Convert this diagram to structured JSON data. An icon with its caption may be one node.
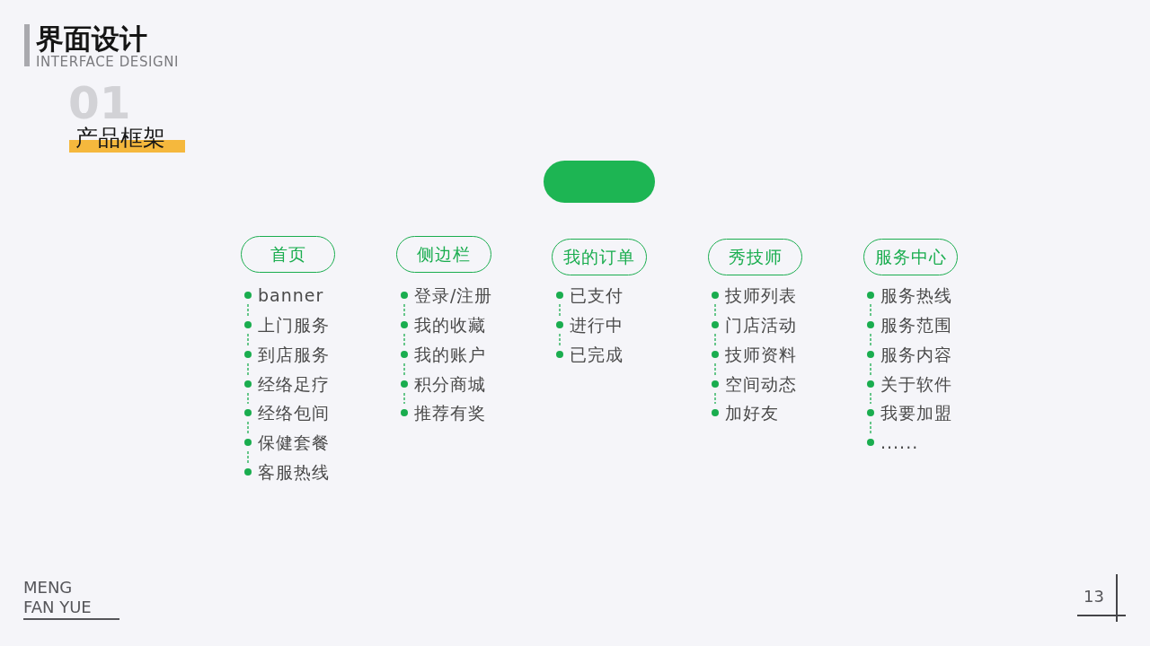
{
  "diagram": {
    "title": "界面设计",
    "nodes": [
      {
        "text": [],
        "shape": "box"
      },
      {
        "text": [
          "首页"
        ]
      },
      {
        "text": [
          "侧边栏"
        ]
      },
      {
        "text": [
          "我的订单"
        ]
      },
      {
        "text": [
          "秀技师"
        ]
      },
      {
        "text": [
          "服务中心"
        ]
      },
      {
        "text": [
          "banner"
        ]
      },
      {
        "text": [
          "上门服务"
        ]
      },
      {
        "text": [
          "到店服务"
        ]
      },
      {
        "text": [
          "经络足疗"
        ]
      },
      {
        "text": [
          "经络包间"
        ]
      },
      {
        "text": [
          "保健套餐"
        ]
      },
      {
        "text": [
          "客服热线"
        ]
      },
      {
        "text": [
          "登录/注册"
        ]
      },
      {
        "text": [
          "我的收藏"
        ]
      },
      {
        "text": [
          "我的账户"
        ]
      },
      {
        "text": [
          "积分商城"
        ]
      },
      {
        "text": [
          "推荐有奖"
        ]
      },
      {
        "text": [
          "已支付"
        ]
      },
      {
        "text": [
          "进行中"
        ]
      },
      {
        "text": [
          "已完成"
        ]
      },
      {
        "text": [
          "技师列表"
        ]
      },
      {
        "text": [
          "门店活动"
        ]
      },
      {
        "text": [
          "技师资料"
        ]
      },
      {
        "text": [
          "空间动态"
        ]
      },
      {
        "text": [
          "加好友"
        ]
      },
      {
        "text": [
          "服务热线"
        ]
      },
      {
        "text": [
          "服务范围"
        ]
      },
      {
        "text": [
          "服务内容"
        ]
      },
      {
        "text": [
          "关于软件"
        ]
      },
      {
        "text": [
          "我要加盟"
        ]
      },
      {
        "text": [
          "......"
        ]
      }
    ],
    "edges": [
      {
        "from": 6,
        "to": 7,
        "arrow": "none",
        "style": "dashed"
      },
      {
        "from": 7,
        "to": 8,
        "arrow": "none",
        "style": "dashed"
      },
      {
        "from": 8,
        "to": 9,
        "arrow": "none",
        "style": "dashed"
      },
      {
        "from": 9,
        "to": 10,
        "arrow": "none",
        "style": "dashed"
      },
      {
        "from": 10,
        "to": 11,
        "arrow": "none",
        "style": "dashed"
      },
      {
        "from": 11,
        "to": 12,
        "arrow": "none",
        "style": "dashed"
      },
      {
        "from": 13,
        "to": 14,
        "arrow": "none",
        "style": "dashed"
      },
      {
        "from": 14,
        "to": 15,
        "arrow": "none",
        "style": "dashed"
      },
      {
        "from": 15,
        "to": 16,
        "arrow": "none",
        "style": "dashed"
      },
      {
        "from": 16,
        "to": 17,
        "arrow": "none",
        "style": "dashed"
      },
      {
        "from": 18,
        "to": 19,
        "arrow": "none",
        "style": "dashed"
      },
      {
        "from": 19,
        "to": 20,
        "arrow": "none",
        "style": "dashed"
      },
      {
        "from": 21,
        "to": 22,
        "arrow": "none",
        "style": "dashed"
      },
      {
        "from": 22,
        "to": 23,
        "arrow": "none",
        "style": "dashed"
      },
      {
        "from": 23,
        "to": 24,
        "arrow": "none",
        "style": "dashed"
      },
      {
        "from": 24,
        "to": 25,
        "arrow": "none",
        "style": "dashed"
      },
      {
        "from": 26,
        "to": 27,
        "arrow": "none",
        "style": "dashed"
      },
      {
        "from": 27,
        "to": 28,
        "arrow": "none",
        "style": "dashed"
      },
      {
        "from": 28,
        "to": 29,
        "arrow": "none",
        "style": "dashed"
      },
      {
        "from": 29,
        "to": 30,
        "arrow": "none",
        "style": "dashed"
      },
      {
        "from": 30,
        "to": 31,
        "arrow": "none",
        "style": "dashed"
      }
    ],
    "labels": [
      "INTERFACE DESIGNI",
      "01",
      "产品框架",
      "MENG FAN YUE",
      "13"
    ]
  }
}
